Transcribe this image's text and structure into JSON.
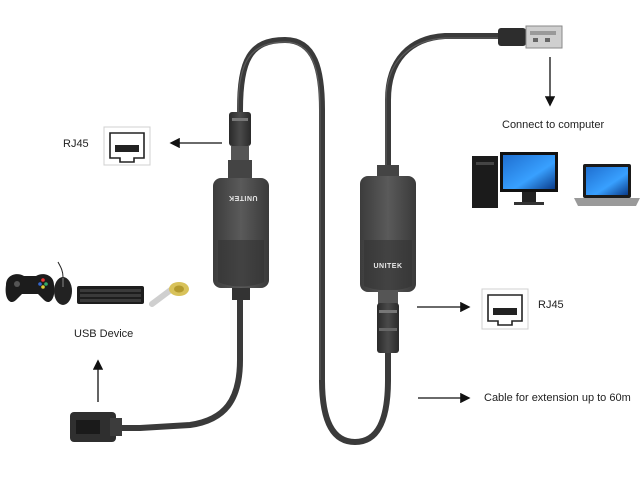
{
  "labels": {
    "rj45_left": "RJ45",
    "rj45_right": "RJ45",
    "connect_to_computer": "Connect to computer",
    "usb_device": "USB Device",
    "cable_extension": "Cable for extension up to 60m"
  },
  "brand": {
    "left_box": "UNITEK",
    "right_box": "UNITEK"
  },
  "colors": {
    "cable": "#3a3a3a",
    "box": "#4a4a4a",
    "arrow": "#111111"
  },
  "icons": [
    "rj45-port-icon",
    "desktop-computer-icon",
    "laptop-icon",
    "gamepad-icon",
    "mouse-icon",
    "keyboard-icon",
    "usb-stick-icon",
    "usb-female-connector-icon",
    "usb-male-connector-icon",
    "rj45-plug-icon"
  ]
}
